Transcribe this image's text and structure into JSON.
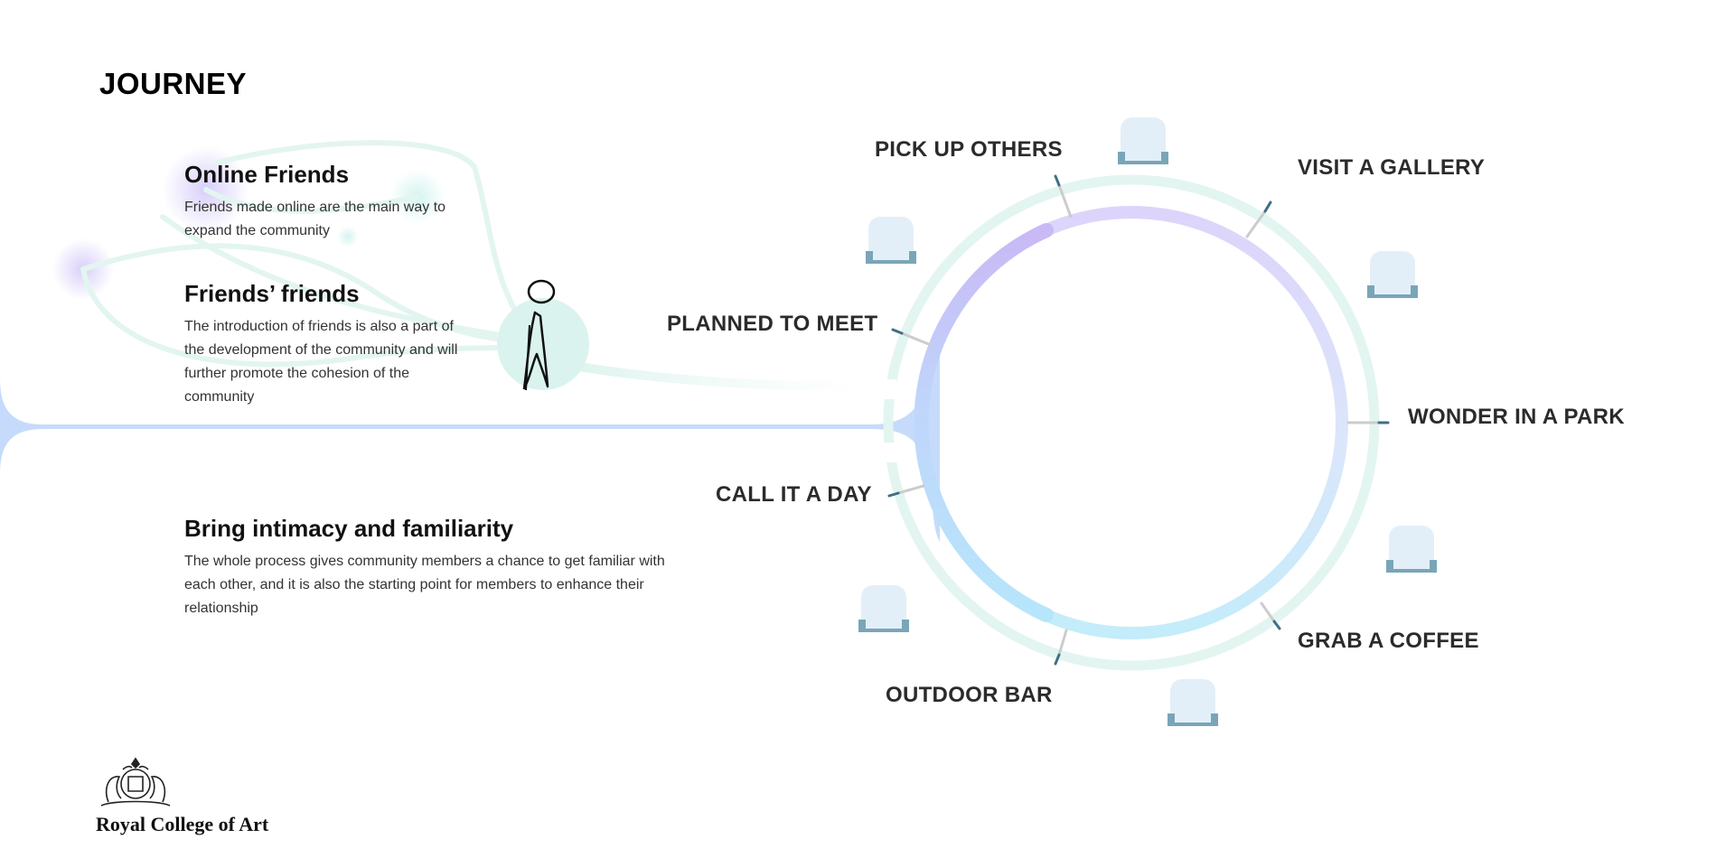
{
  "page": {
    "title": "JOURNEY"
  },
  "blocks": [
    {
      "heading": "Online Friends",
      "body": "Friends made online are the main way to expand the community"
    },
    {
      "heading": "Friends’ friends",
      "body": "The introduction of friends is also a part of the development of the community and will further promote the cohesion of the community"
    },
    {
      "heading": "Bring intimacy and familiarity",
      "body": "The whole process gives community members a chance to get familiar with each other, and it is also the starting point for members to enhance their relationship"
    }
  ],
  "journey_stops": [
    "PICK UP OTHERS",
    "VISIT A GALLERY",
    "PLANNED TO MEET",
    "WONDER IN A PARK",
    "CALL IT A DAY",
    "GRAB A COFFEE",
    "OUTDOOR BAR"
  ],
  "logo": {
    "wordmark": "Royal College of Art",
    "icon": "royal-coat-of-arms"
  },
  "colors": {
    "accent_blue": "#c6dbfb",
    "ring_outer": "#e3f5f1",
    "ring_purple": "#ddd6fb",
    "ring_cyan": "#c9ecfb",
    "seat": "#e3eff8",
    "seat_base": "#7aa5b8",
    "tick": "#3e6f86"
  }
}
